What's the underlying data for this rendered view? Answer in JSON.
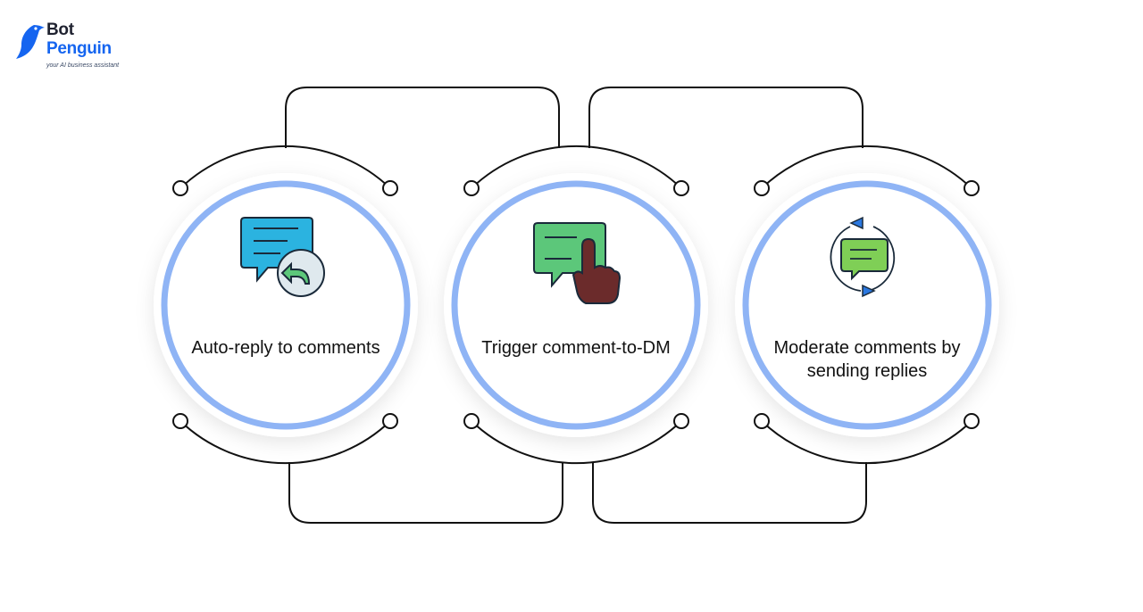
{
  "brand": {
    "name_line1": "Bot",
    "name_line2": "Penguin",
    "tagline": "your AI business assistant",
    "icon": "penguin-logo-icon"
  },
  "colors": {
    "ring": "#8fb4f5",
    "line": "#111111",
    "brand_blue": "#1565f0",
    "icon_blue": "#2bb3e0",
    "icon_green": "#5cc77a",
    "hand_brown": "#6b2b2b"
  },
  "steps": [
    {
      "label": "Auto-reply to comments",
      "icon": "chat-reply-icon"
    },
    {
      "label": "Trigger comment-to-DM",
      "icon": "chat-tap-icon"
    },
    {
      "label": "Moderate comments by sending replies",
      "icon": "chat-cycle-icon"
    }
  ]
}
